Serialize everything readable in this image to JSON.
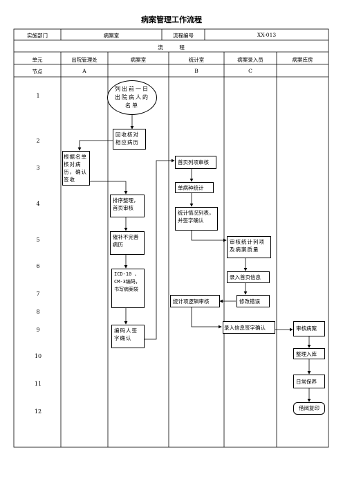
{
  "title": "病案管理工作流程",
  "header": {
    "dept_label": "实施部门",
    "dept_value": "病案室",
    "code_label": "流程编号",
    "code_value": "XX-013",
    "process_label": "流          程"
  },
  "columns": [
    {
      "unit": "单元",
      "node": "节点"
    },
    {
      "unit": "出院管理处",
      "node": "A"
    },
    {
      "unit": "病案室",
      "node": ""
    },
    {
      "unit": "统计室",
      "node": "B"
    },
    {
      "unit": "病案录入员",
      "node": "C"
    },
    {
      "unit": "病案库房",
      "node": ""
    }
  ],
  "steps": [
    "1",
    "2",
    "3",
    "4",
    "5",
    "6",
    "7",
    "8",
    "9",
    "10",
    "11",
    "12"
  ],
  "nodes": {
    "list_patients": "列出前一日出院病人的名单",
    "collect_records": "回收核对相应病历",
    "verify_records": "根据名单核对病历，确认签收",
    "sort_review": "排序整理，首页审核",
    "supplement": "催补不完善病历",
    "icd_coding": "ICD-10 、CM-3编码，书写病案袋",
    "code_confirm": "编码人签字确认",
    "homepage_review": "首页列项审核",
    "disease_stats": "单病种统计",
    "stats_list": "统计情况列表，并签字确认",
    "review_quality": "审核统计列项及病案质量",
    "enter_homepage": "录入首页信息",
    "logic_review": "统计项逻辑审核",
    "fix_errors": "修改错误",
    "enter_sign": "录入信息签字确认",
    "review_archive": "审核病案",
    "file_storage": "整理入库",
    "daily_keep": "日常保养",
    "borrow_copy": "借阅复印"
  }
}
